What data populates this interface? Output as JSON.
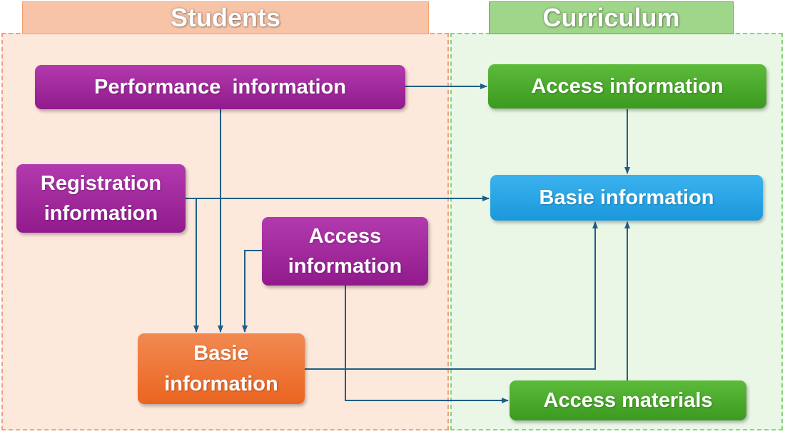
{
  "panels": {
    "students_title": "Students",
    "curriculum_title": "Curriculum"
  },
  "nodes": {
    "performance": "Performance  information",
    "registration": [
      "Registration",
      "information"
    ],
    "student_access": [
      "Access",
      "information"
    ],
    "student_basie": [
      "Basie",
      "information"
    ],
    "curriculum_access": "Access information",
    "curriculum_basie": "Basie information",
    "access_materials": "Access materials"
  },
  "colors": {
    "purple": "#a0259c",
    "green": "#48a82c",
    "blue": "#25a4e6",
    "orange": "#ee7538",
    "arrow": "#1f5f86",
    "students_panel": "#fde8dc",
    "curriculum_panel": "#eaf7e6"
  }
}
